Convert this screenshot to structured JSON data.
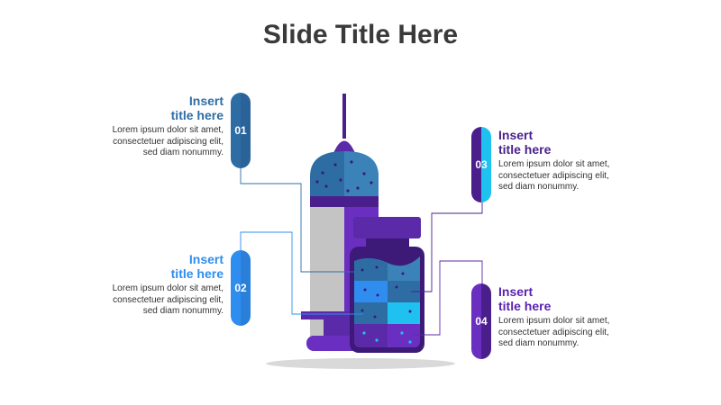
{
  "slide": {
    "title": "Slide Title Here"
  },
  "items": [
    {
      "number": "01",
      "title_line1": "Insert",
      "title_line2": "title here",
      "text_line1": "Lorem ipsum dolor sit amet,",
      "text_line2": "consectetuer adipiscing elit,",
      "text_line3": "sed diam nonummy.",
      "color": "#2e6da4"
    },
    {
      "number": "02",
      "title_line1": "Insert",
      "title_line2": "title here",
      "text_line1": "Lorem ipsum dolor sit amet,",
      "text_line2": "consectetuer adipiscing elit,",
      "text_line3": "sed diam nonummy.",
      "color": "#2f8df0"
    },
    {
      "number": "03",
      "title_line1": "Insert",
      "title_line2": "title here",
      "text_line1": "Lorem ipsum dolor sit amet,",
      "text_line2": "consectetuer adipiscing elit,",
      "text_line3": "sed diam nonummy.",
      "color": "#4a1f8c"
    },
    {
      "number": "04",
      "title_line1": "Insert",
      "title_line2": "title here",
      "text_line1": "Lorem ipsum dolor sit amet,",
      "text_line2": "consectetuer adipiscing elit,",
      "text_line3": "sed diam nonummy.",
      "color": "#5a22b0"
    }
  ],
  "palette": {
    "purple_dark": "#3d1a78",
    "purple": "#5b2aa8",
    "violet": "#6a2fc0",
    "blue": "#2f8df0",
    "steel_blue": "#2e6da4",
    "cyan": "#1fc1f0",
    "gray": "#c4c4c4",
    "text": "#333333",
    "title": "#3a3a3a"
  }
}
